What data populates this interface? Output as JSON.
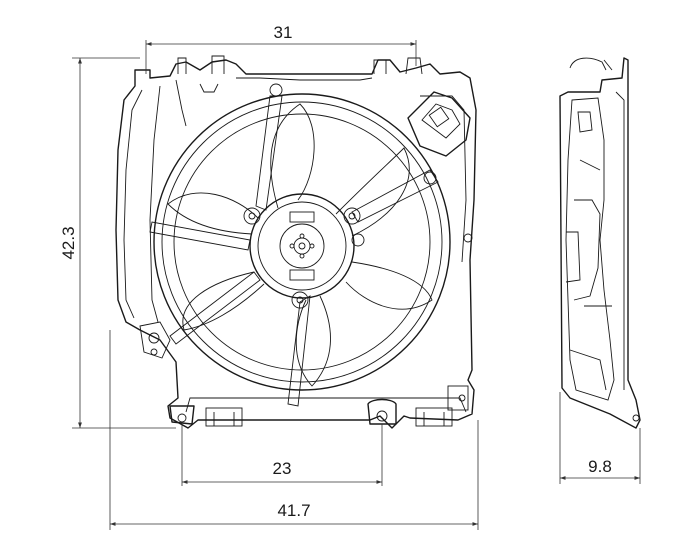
{
  "dimensions": {
    "top_width": "31",
    "height": "42.3",
    "bottom_mount": "23",
    "overall_width": "41.7",
    "depth": "9.8"
  },
  "colors": {
    "line": "#1a1a1a",
    "background": "#ffffff"
  }
}
